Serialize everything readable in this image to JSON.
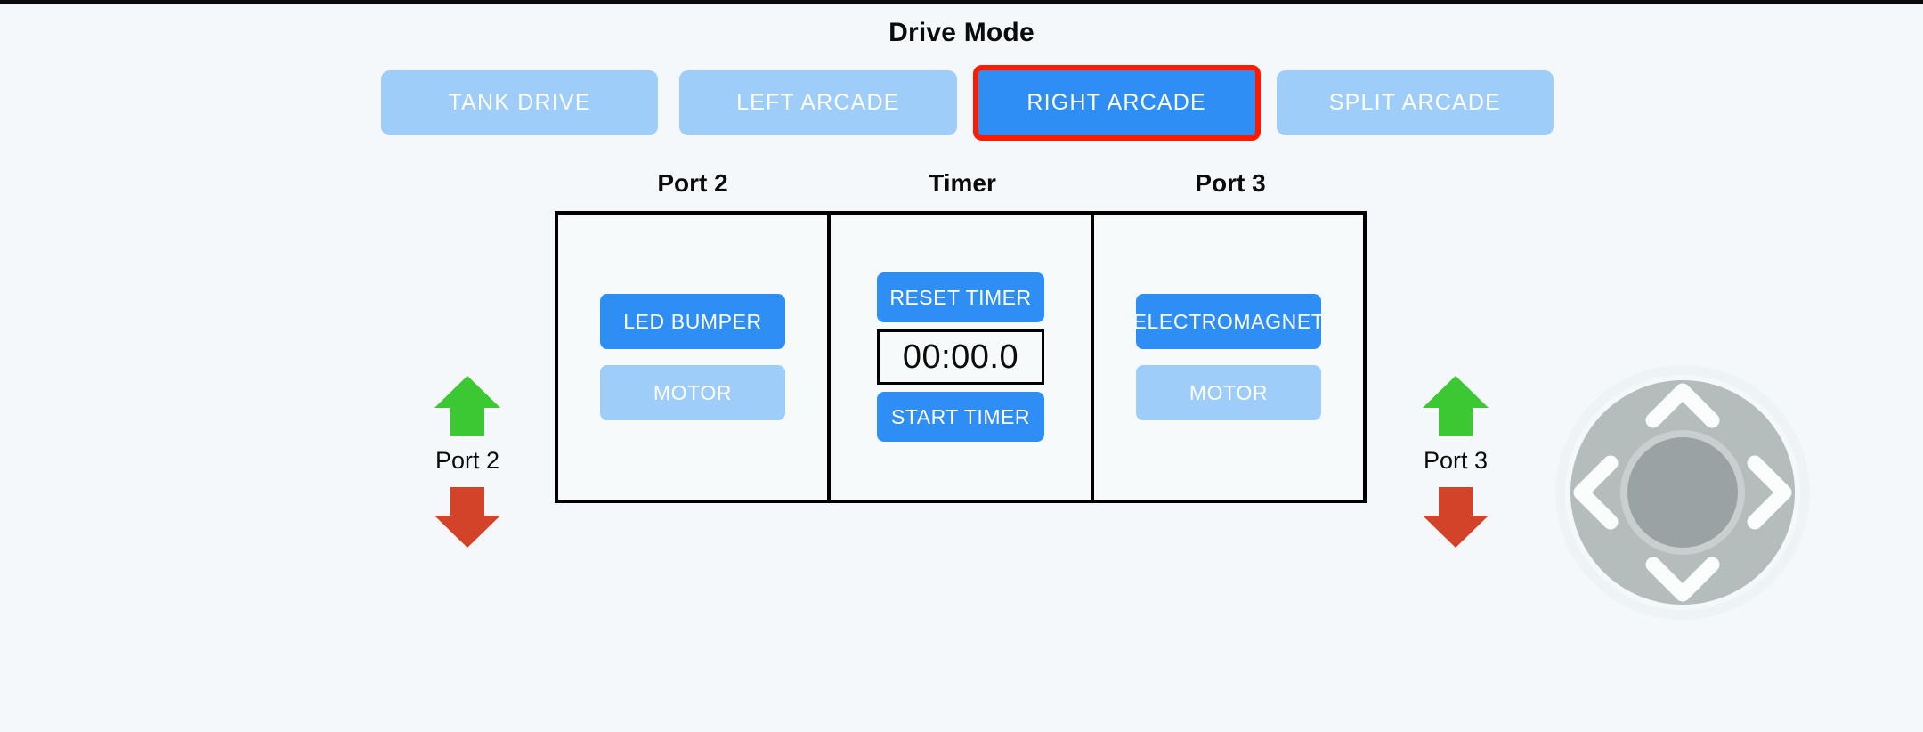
{
  "drive_mode": {
    "title": "Drive Mode",
    "selected": "RIGHT ARCADE",
    "highlight_color": "#fb1b00",
    "active_color": "#2f8ef4",
    "inactive_color": "#9ecdf9",
    "options": [
      {
        "label": "TANK DRIVE",
        "active": false
      },
      {
        "label": "LEFT ARCADE",
        "active": false
      },
      {
        "label": "RIGHT ARCADE",
        "active": true
      },
      {
        "label": "SPLIT ARCADE",
        "active": false
      }
    ]
  },
  "panels": {
    "port2": {
      "heading": "Port 2",
      "buttons": [
        {
          "label": "LED BUMPER",
          "state": "on"
        },
        {
          "label": "MOTOR",
          "state": "off"
        }
      ]
    },
    "timer": {
      "heading": "Timer",
      "reset_label": "RESET TIMER",
      "display": "00:00.0",
      "start_label": "START TIMER"
    },
    "port3": {
      "heading": "Port 3",
      "buttons": [
        {
          "label": "ELECTROMAGNET",
          "state": "on"
        },
        {
          "label": "MOTOR",
          "state": "off"
        }
      ]
    }
  },
  "port_controls": [
    {
      "label": "Port 2",
      "up_icon": "arrow-up-icon",
      "down_icon": "arrow-down-icon",
      "up_color": "#3cc832",
      "down_color": "#d2432a"
    },
    {
      "label": "Port 3",
      "up_icon": "arrow-up-icon",
      "down_icon": "arrow-down-icon",
      "up_color": "#3cc832",
      "down_color": "#d2432a"
    }
  ],
  "dpad": {
    "name": "directional-pad",
    "ring_color": "#b4bcbc",
    "knob_color": "#9aa3a3",
    "chevron_color": "#fbfdfd",
    "directions": [
      "up",
      "left",
      "right",
      "down"
    ]
  }
}
